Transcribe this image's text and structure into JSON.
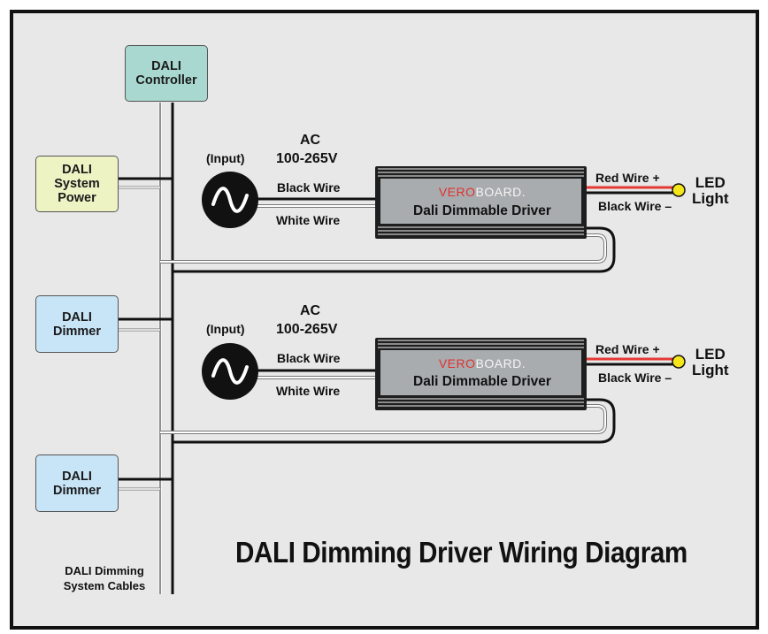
{
  "colors": {
    "background": "#e8e8e8",
    "frame": "#111111",
    "controller_fill": "#a8d8cf",
    "power_fill": "#eef3c4",
    "dimmer_fill": "#c8e4f7",
    "driver_fill": "#a9acaf",
    "led_bulb": "#f5e51b",
    "red_wire": "#e53935",
    "brand_accent": "#e0322f"
  },
  "controller": {
    "label": "DALI\nController"
  },
  "power": {
    "label": "DALI\nSystem\nPower"
  },
  "dimmers": [
    {
      "label": "DALI\nDimmer"
    },
    {
      "label": "DALI\nDimmer"
    }
  ],
  "drivers": [
    {
      "input_label": "(Input)",
      "ac_label": "AC",
      "voltage": "100-265V",
      "black_wire": "Black Wire",
      "white_wire": "White Wire",
      "brand_prefix": "VERO",
      "brand_suffix": "BOARD.",
      "driver_name": "Dali Dimmable Driver",
      "red_out": "Red  Wire +",
      "black_out": "Black Wire –",
      "led": "LED\nLight",
      "ac_icon": "ac-source-icon",
      "led_icon": "led-bulb-icon"
    },
    {
      "input_label": "(Input)",
      "ac_label": "AC",
      "voltage": "100-265V",
      "black_wire": "Black Wire",
      "white_wire": "White Wire",
      "brand_prefix": "VERO",
      "brand_suffix": "BOARD.",
      "driver_name": "Dali Dimmable Driver",
      "red_out": "Red  Wire +",
      "black_out": "Black Wire –",
      "led": "LED\nLight",
      "ac_icon": "ac-source-icon",
      "led_icon": "led-bulb-icon"
    }
  ],
  "cables_label": "DALI Dimming\nSystem Cables",
  "title": "DALI Dimming Driver Wiring Diagram"
}
